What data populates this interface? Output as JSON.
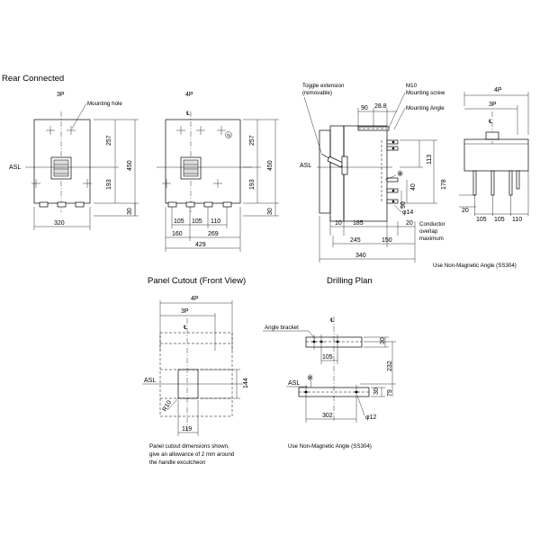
{
  "rear_connected": {
    "title": "Rear Connected",
    "view_3p": {
      "label": "3P",
      "mounting_hole": "Mounting hole",
      "asl": "ASL",
      "dim_257": "257",
      "dim_450": "450",
      "dim_193": "193",
      "dim_30": "30",
      "dim_320": "320"
    },
    "view_4p": {
      "label": "4P",
      "dim_257": "257",
      "dim_450": "450",
      "dim_193": "193",
      "dim_30": "30",
      "dim_105": "105",
      "dim_105b": "105",
      "dim_110": "110",
      "dim_160": "160",
      "dim_269": "269",
      "dim_429": "429"
    },
    "side_view": {
      "toggle_extension": "Toggle extension",
      "removable": "(removable)",
      "m10": "M10",
      "mounting_screw": "Mounting screw",
      "mounting_angle": "Mounting Angle",
      "dim_90": "90",
      "dim_28_8": "28.8",
      "asl": "ASL",
      "dim_113": "113",
      "dim_178": "178",
      "dim_40": "40",
      "dim_90b": "90",
      "phi14": "φ14",
      "dim_10": "10",
      "dim_185": "185",
      "dim_20": "20",
      "conductor": "Conductor",
      "overlap": "overlap",
      "maximum": "maximum",
      "dim_245": "245",
      "dim_150": "150",
      "dim_340": "340",
      "mark": "※"
    },
    "end_view": {
      "label_4p": "4P",
      "label_3p": "3P",
      "dim_20": "20",
      "dim_105": "105",
      "dim_105b": "105",
      "dim_110": "110"
    },
    "note": "Use Non-Magnetic Angle (SS304)"
  },
  "panel_cutout": {
    "title": "Panel Cutout (Front View)",
    "label_4p": "4P",
    "label_3p": "3P",
    "asl": "ASL",
    "dim_144": "144",
    "r10": "R10",
    "dim_119": "119",
    "note_line1": "Panel cutout dimensions shown,",
    "note_line2": "give an allowance of 2 mm around",
    "note_line3": "the handle excutcheon"
  },
  "drilling_plan": {
    "title": "Drilling Plan",
    "angle_bracket": "Angle bracket",
    "dim_30": "30",
    "dim_105": "105",
    "dim_232": "232",
    "asl": "ASL",
    "mark": "※",
    "dim_30b": "30",
    "dim_79": "79",
    "dim_302": "302",
    "phi12": "φ12",
    "note": "Use Non-Magnetic Angle (SS304)"
  }
}
